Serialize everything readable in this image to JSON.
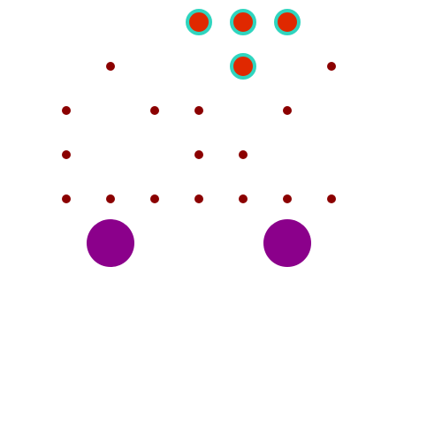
{
  "board": {
    "background": "#ffffff",
    "cell_size": 50,
    "columns": 10,
    "rows": 10
  },
  "colors": {
    "pellet": "#8b0000",
    "token_fill": "#e02800",
    "token_ring": "#2fd5bf",
    "wheel": "#8b008b"
  },
  "pellets": [
    {
      "col": 3,
      "row": 2
    },
    {
      "col": 8,
      "row": 2
    },
    {
      "col": 2,
      "row": 3
    },
    {
      "col": 4,
      "row": 3
    },
    {
      "col": 5,
      "row": 3
    },
    {
      "col": 7,
      "row": 3
    },
    {
      "col": 2,
      "row": 4
    },
    {
      "col": 5,
      "row": 4
    },
    {
      "col": 6,
      "row": 4
    },
    {
      "col": 2,
      "row": 5
    },
    {
      "col": 3,
      "row": 5
    },
    {
      "col": 4,
      "row": 5
    },
    {
      "col": 5,
      "row": 5
    },
    {
      "col": 6,
      "row": 5
    },
    {
      "col": 7,
      "row": 5
    },
    {
      "col": 8,
      "row": 5
    }
  ],
  "tokens": [
    {
      "col": 5,
      "row": 1
    },
    {
      "col": 6,
      "row": 1
    },
    {
      "col": 7,
      "row": 1
    },
    {
      "col": 6,
      "row": 2
    }
  ],
  "wheels": [
    {
      "col": 3,
      "row": 6
    },
    {
      "col": 7,
      "row": 6
    }
  ]
}
